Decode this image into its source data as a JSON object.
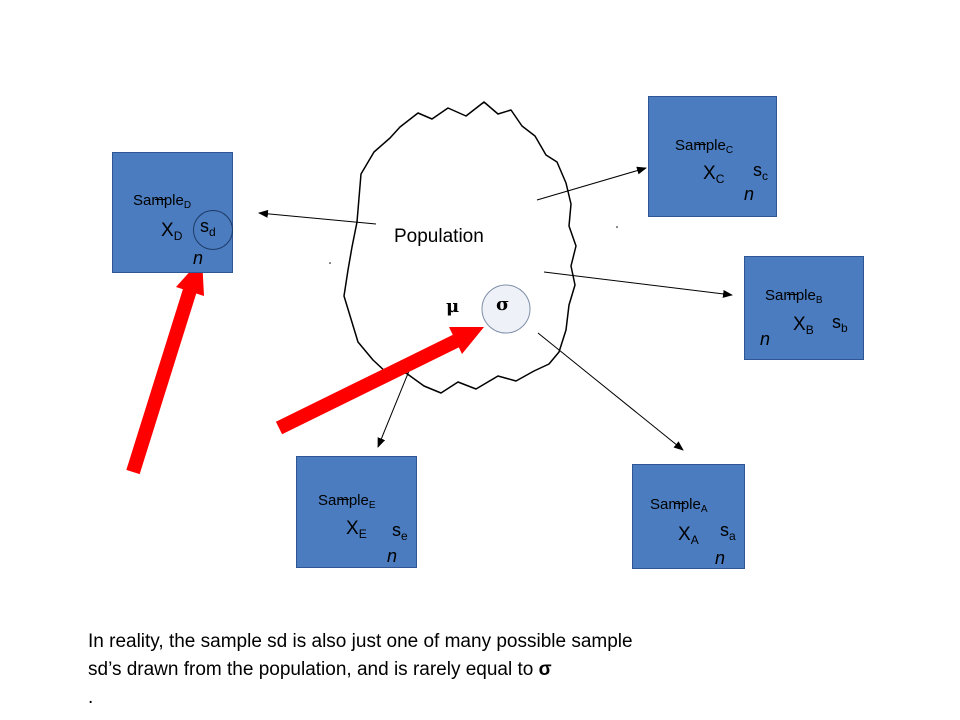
{
  "population": {
    "label": "Population",
    "mu": "μ",
    "sigma": "σ"
  },
  "samples": {
    "A": {
      "title": "Sample",
      "sub": "A",
      "mean": "X",
      "mean_sub": "A",
      "sd": "s",
      "sd_sub": "a",
      "n": "n"
    },
    "B": {
      "title": "Sample",
      "sub": "B",
      "mean": "X",
      "mean_sub": "B",
      "sd": "s",
      "sd_sub": "b",
      "n": "n"
    },
    "C": {
      "title": "Sample",
      "sub": "C",
      "mean": "X",
      "mean_sub": "C",
      "sd": "s",
      "sd_sub": "c",
      "n": "n"
    },
    "D": {
      "title": "Sample",
      "sub": "D",
      "mean": "X",
      "mean_sub": "D",
      "sd": "s",
      "sd_sub": "d",
      "n": "n"
    },
    "E": {
      "title": "Sample",
      "sub": "E",
      "mean": "X",
      "mean_sub": "E",
      "sd": "s",
      "sd_sub": "e",
      "n": "n"
    }
  },
  "caption": {
    "line1": "In reality, the sample sd is also just one of many possible sample",
    "line2_text": "sd’s drawn from the population, and is rarely equal to ",
    "line2_sigma": "σ",
    "line3": "."
  },
  "colors": {
    "box_fill": "#4a7cbf",
    "box_border": "#2f5597",
    "highlight_arrow": "#ff0000",
    "line": "#000000"
  }
}
